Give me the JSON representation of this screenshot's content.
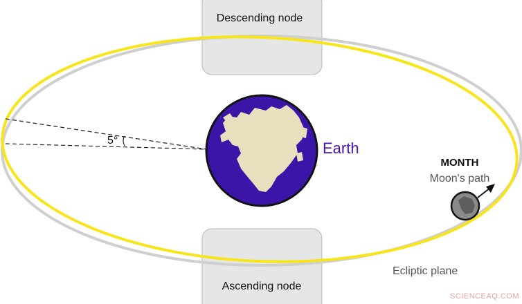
{
  "labels": {
    "descending_node": "Descending node",
    "ascending_node": "Ascending node",
    "earth": "Earth",
    "angle": "5°",
    "month": "MONTH",
    "moons_path": "Moon's path",
    "ecliptic_plane": "Ecliptic plane",
    "watermark": "SCIENCEAQ.COM"
  },
  "colors": {
    "ecliptic_orbit": "#d0cfcf",
    "moon_orbit": "#f7e41a",
    "node_box": "#e6e6e6",
    "node_border": "#b3b3b3",
    "earth_ocean": "#3b14a8",
    "earth_land": "#e8dfbe",
    "earth_label": "#4a14a8",
    "moon": "#8a8a8a",
    "text_gray": "#555555",
    "text_dark": "#111111"
  },
  "icons": {
    "moon": "moon-icon",
    "arrow": "direction-arrow-icon"
  }
}
